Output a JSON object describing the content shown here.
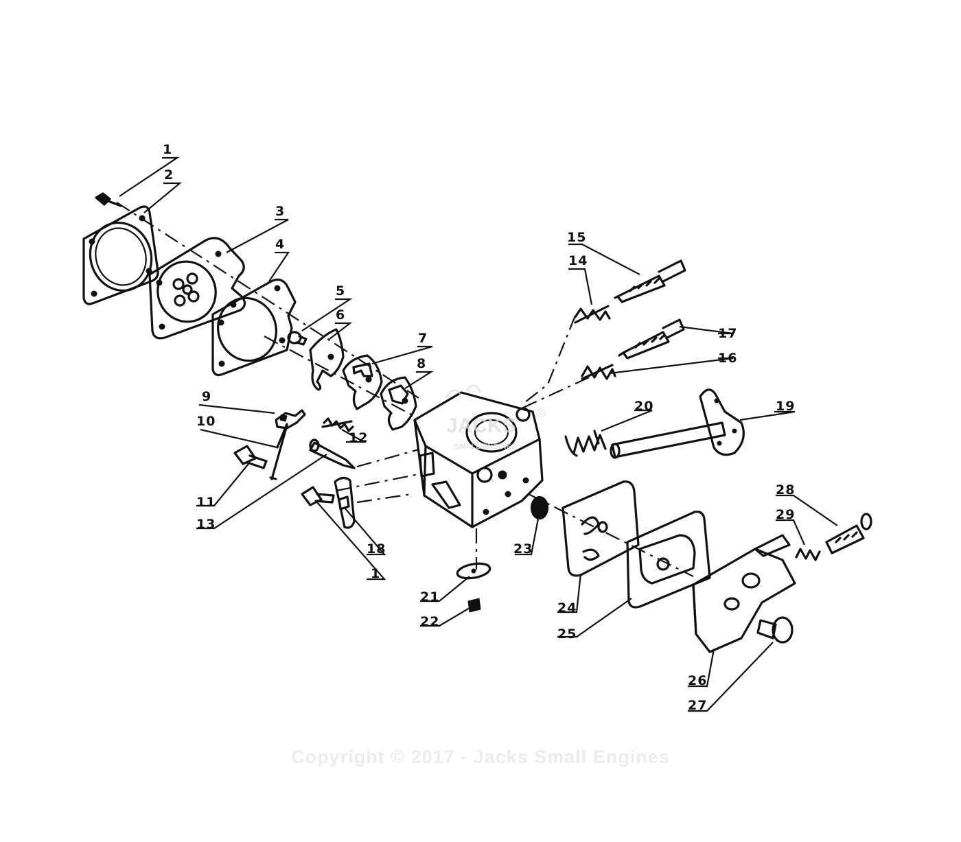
{
  "callouts": [
    "1",
    "2",
    "3",
    "4",
    "5",
    "6",
    "7",
    "8",
    "9",
    "10",
    "11",
    "12",
    "13",
    "14",
    "15",
    "16",
    "17",
    "18",
    "1",
    "19",
    "20",
    "21",
    "22",
    "23",
    "24",
    "25",
    "26",
    "27",
    "28",
    "29"
  ],
  "watermark": {
    "logo_text": "JACKS",
    "logo_subtext": "SMALL ENGINES",
    "logo_mark": "©",
    "copyright": "Copyright © 2017 - Jacks Small Engines"
  }
}
